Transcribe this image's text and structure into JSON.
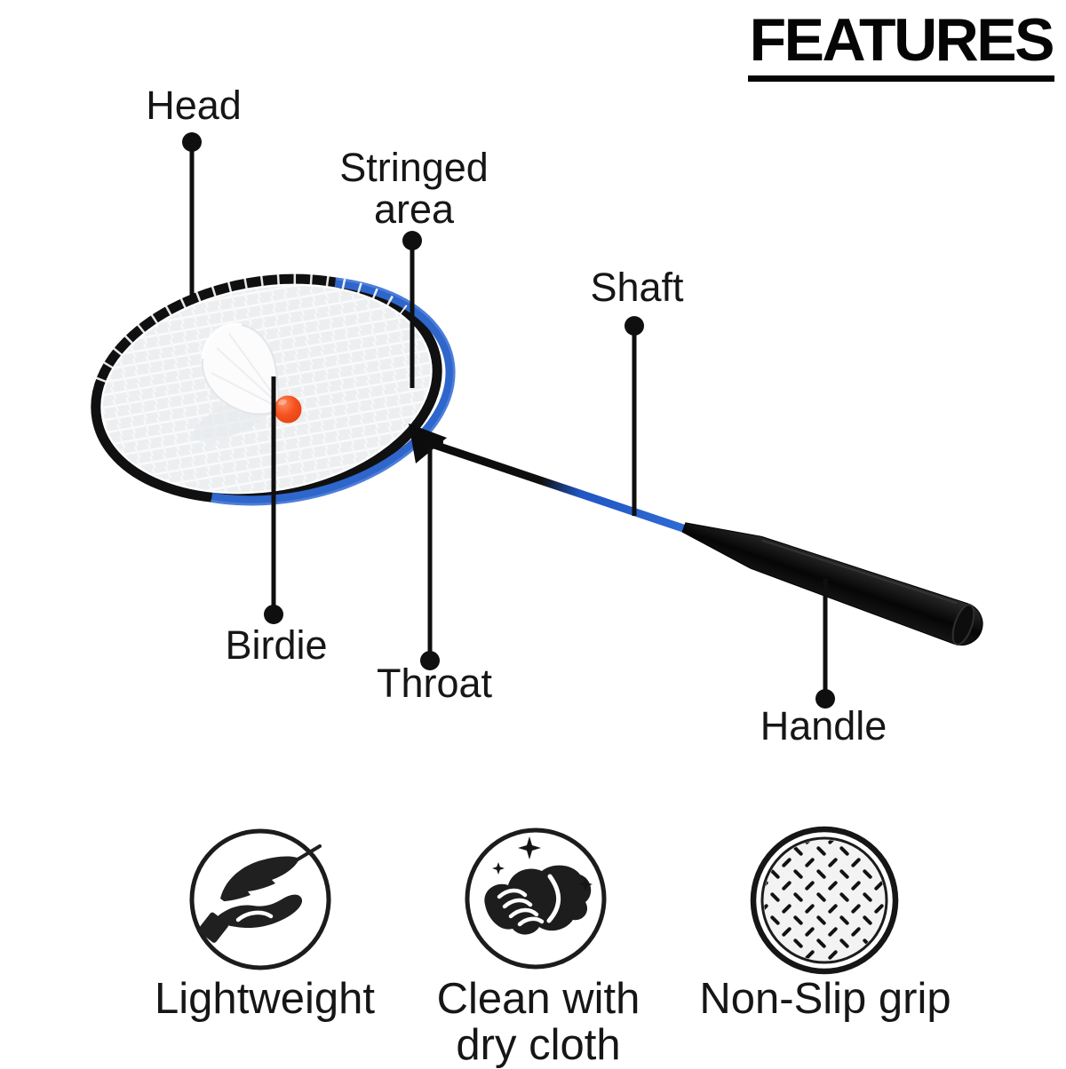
{
  "title": {
    "text": "FEATURES"
  },
  "diagram": {
    "subject": "badminton racket with shuttlecock (birdie) on stringed head",
    "colors": {
      "frame_blue": "#2e66cb",
      "shaft_blue": "#2f6bd4",
      "birdie_orange": "#f0441c",
      "racket_black": "#101010",
      "ink": "#141414"
    },
    "parts": [
      {
        "id": "head",
        "label": "Head"
      },
      {
        "id": "stringed-area",
        "label": "Stringed area"
      },
      {
        "id": "shaft",
        "label": "Shaft"
      },
      {
        "id": "birdie",
        "label": "Birdie"
      },
      {
        "id": "throat",
        "label": "Throat"
      },
      {
        "id": "handle",
        "label": "Handle"
      }
    ]
  },
  "features": [
    {
      "label": "Lightweight",
      "icon": "feather-in-hand-icon"
    },
    {
      "label": "Clean with dry cloth",
      "icon": "cloth-wipe-icon"
    },
    {
      "label": "Non-Slip grip",
      "icon": "diamond-plate-icon"
    }
  ]
}
